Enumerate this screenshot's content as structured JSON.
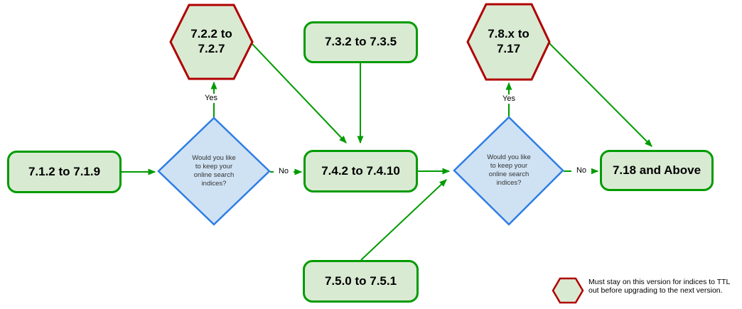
{
  "diagram": {
    "nodes": {
      "v712": {
        "label": "7.1.2 to 7.1.9"
      },
      "v722": {
        "line1": "7.2.2 to",
        "line2": "7.2.7"
      },
      "v732": {
        "label": "7.3.2 to 7.3.5"
      },
      "v742": {
        "label": "7.4.2 to 7.4.10"
      },
      "v750": {
        "label": "7.5.0 to 7.5.1"
      },
      "v78x": {
        "line1": "7.8.x to",
        "line2": "7.17"
      },
      "v718": {
        "label": "7.18 and Above"
      }
    },
    "decisions": {
      "d1": {
        "line1": "Would you like",
        "line2": "to keep your",
        "line3": "online search",
        "line4": "indices?"
      },
      "d2": {
        "line1": "Would you like",
        "line2": "to keep your",
        "line3": "online search",
        "line4": "indices?"
      }
    },
    "edge_labels": {
      "yes1": "Yes",
      "no1": "No",
      "yes2": "Yes",
      "no2": "No"
    },
    "legend": {
      "line1": "Must stay on this version for indices to TTL",
      "line2": "out before upgrading to the next version."
    },
    "colors": {
      "green_stroke": "#009b00",
      "green_fill": "#d9ead3",
      "red_stroke": "#b00000",
      "blue_stroke": "#2e7de4",
      "blue_fill": "#cfe2f3",
      "text": "#000000"
    }
  }
}
